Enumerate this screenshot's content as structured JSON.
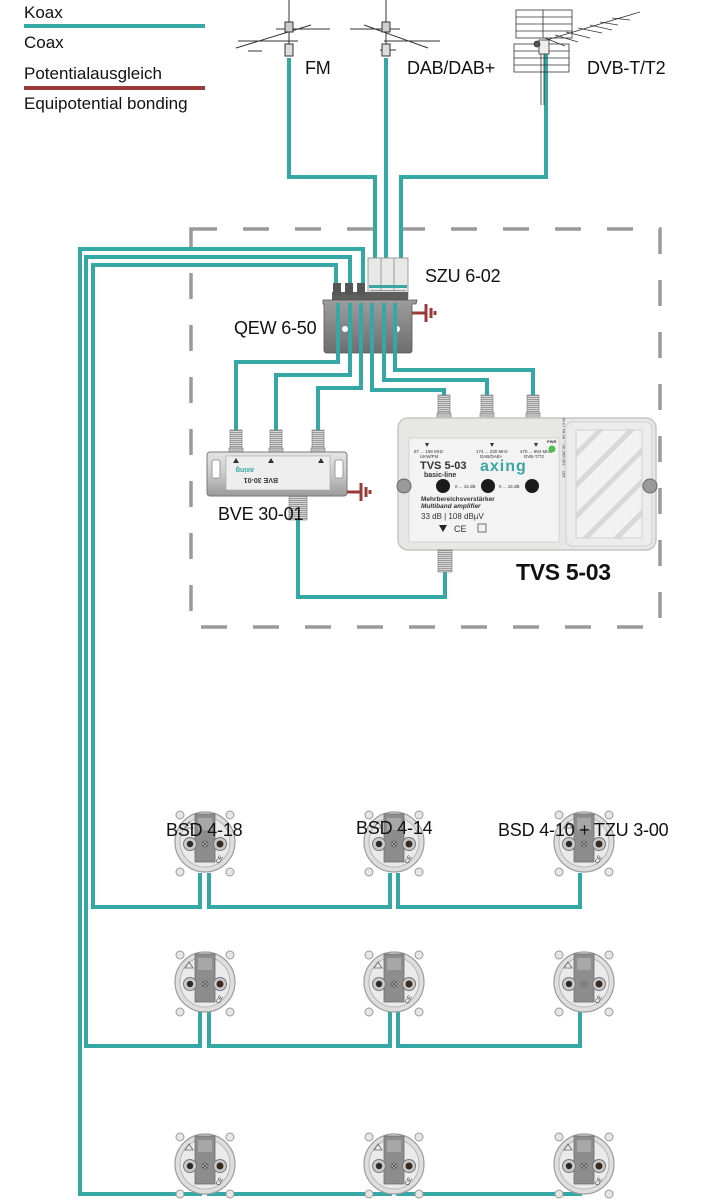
{
  "colors": {
    "coax": "#35a8a5",
    "bonding": "#9b3a3a",
    "dashed_box": "#9a9a9a",
    "device_body": "#ebebea",
    "metal": "#b8b8b8",
    "amp_brand": "#3aa6a3",
    "led": "#4cc04c"
  },
  "legend": {
    "coax_de": "Koax",
    "coax_en": "Coax",
    "bonding_de": "Potentialausgleich",
    "bonding_en": "Equipotential bonding"
  },
  "antennas": [
    {
      "id": "fm",
      "label": "FM"
    },
    {
      "id": "dab",
      "label": "DAB/DAB+"
    },
    {
      "id": "dvbt",
      "label": "DVB-T/T2"
    }
  ],
  "devices": {
    "szu": {
      "label": "SZU 6-02"
    },
    "qew": {
      "label": "QEW 6-50"
    },
    "bve": {
      "label": "BVE 30-01",
      "print": "BVE 30-01",
      "brand": "axing"
    },
    "tvs": {
      "label": "TVS 5-03",
      "model": "TVS 5-03",
      "series": "basic-line",
      "brand": "axing",
      "band1": "87 ... 108 MHz",
      "band1_sub": "UKW/FM",
      "band2": "174 ... 230 MHz",
      "band2_sub": "DAB/DAB+",
      "band3": "470 ... 694 MHz",
      "band3_sub": "DVB-T/T2",
      "pwr": "PWR",
      "gain1": "0 ... 15 dB",
      "gain2": "0 ... 15 dB",
      "desc_de": "Mehrbereichsverstärker",
      "desc_en": "Multiband amplifier",
      "spec": "33 dB | 108 dBµV",
      "marks": "CE",
      "power_spec": "100 ... 240 VAC 50 ... 60 Hz | 3 W"
    }
  },
  "sockets": {
    "row_labels": [
      "BSD 4-18",
      "BSD 4-14",
      "BSD 4-10 + TZU 3-00"
    ],
    "rows": 3,
    "cols": 3
  }
}
